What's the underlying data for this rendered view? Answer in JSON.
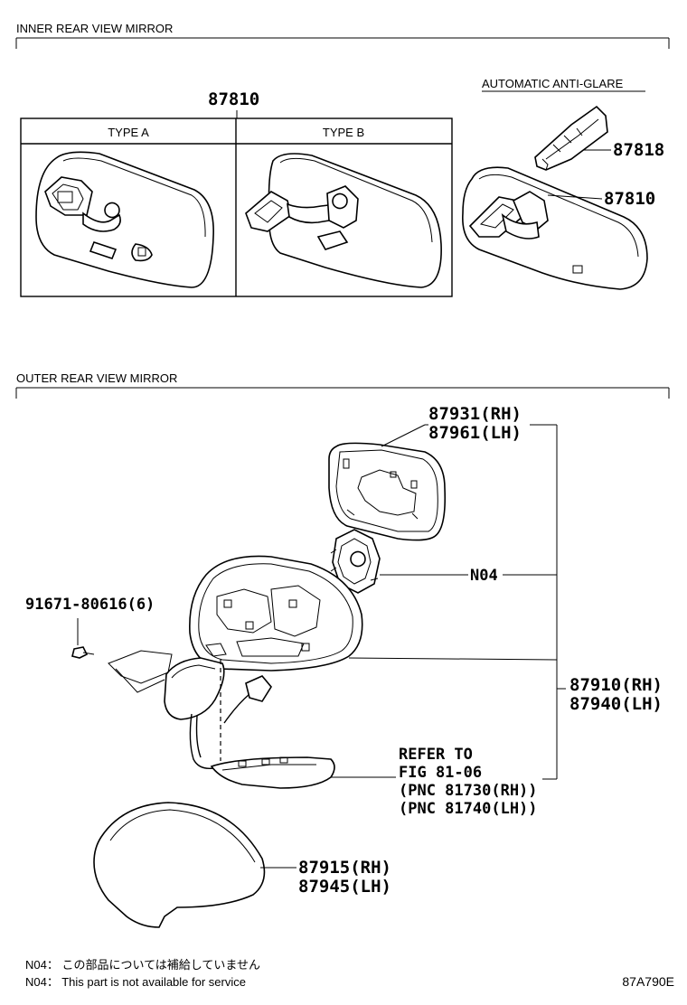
{
  "sections": {
    "inner": {
      "title": "INNER REAR VIEW MIRROR"
    },
    "outer": {
      "title": "OUTER REAR VIEW MIRROR"
    }
  },
  "inner": {
    "part_main": "87810",
    "type_a": "TYPE A",
    "type_b": "TYPE B",
    "auto_title": "AUTOMATIC ANTI-GLARE",
    "auto_cover": "87818",
    "auto_mirror": "87810"
  },
  "outer": {
    "glass_rh": "87931(RH)",
    "glass_lh": "87961(LH)",
    "motor": "N04",
    "screw": "91671-80616(6)",
    "mirror_rh": "87910(RH)",
    "mirror_lh": "87940(LH)",
    "refer_1": "REFER TO",
    "refer_2": "FIG 81-06",
    "refer_3": "(PNC 81730(RH))",
    "refer_4": "(PNC 81740(LH))",
    "cover_rh": "87915(RH)",
    "cover_lh": "87945(LH)"
  },
  "notes": {
    "jp": "N04：  この部品については補給していません",
    "en": "N04：  This part is not available for service"
  },
  "figure_code": "87A790E"
}
